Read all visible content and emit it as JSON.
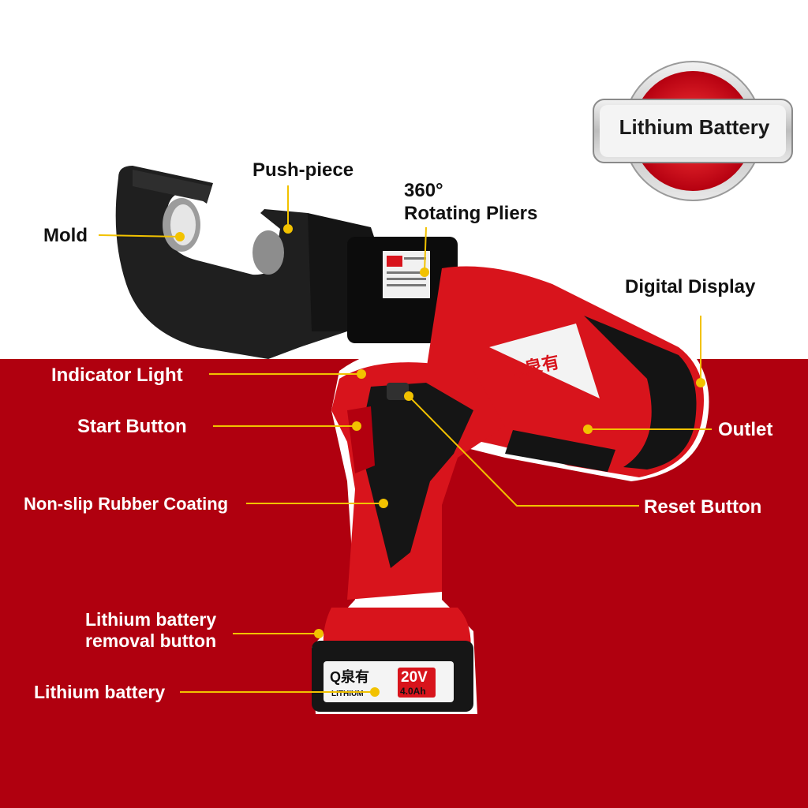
{
  "badge": {
    "text": "Lithium Battery"
  },
  "brand": {
    "logo_text": "Q泉有"
  },
  "battery": {
    "voltage": "20V",
    "capacity": "4.0Ah",
    "type": "LITHIUM"
  },
  "labels": {
    "mold": "Mold",
    "push_piece": "Push-piece",
    "rotating_pliers_line1": "360°",
    "rotating_pliers_line2": "Rotating Pliers",
    "digital_display": "Digital Display",
    "indicator_light": "Indicator Light",
    "start_button": "Start Button",
    "outlet": "Outlet",
    "non_slip": "Non-slip Rubber Coating",
    "reset_button": "Reset Button",
    "battery_removal_line1": "Lithium battery",
    "battery_removal_line2": "removal button",
    "lithium_battery": "Lithium battery"
  },
  "colors": {
    "brand_red": "#d8141c",
    "background_red": "#b0000f",
    "callout_yellow": "#f2c200",
    "tool_black": "#1c1c1c"
  }
}
